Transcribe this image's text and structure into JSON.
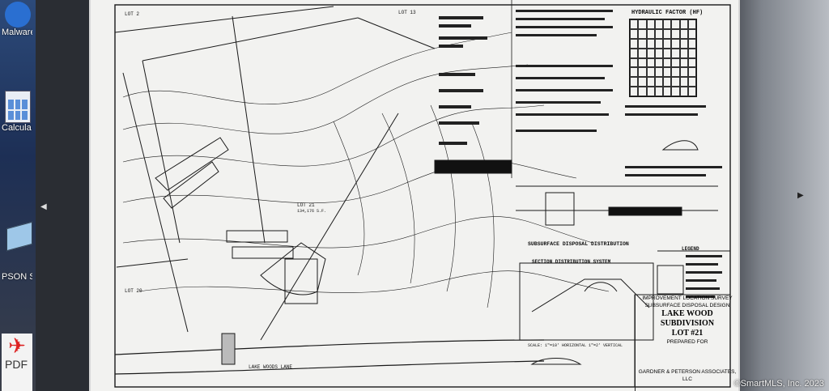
{
  "desktop": {
    "icons": [
      {
        "label": "Malware",
        "icon": "malwarebytes-icon"
      },
      {
        "label": "Calcula",
        "icon": "calculator-icon"
      },
      {
        "label": "PSON S",
        "icon": "scanner-icon"
      },
      {
        "label": "PDF",
        "icon": "pdf-icon"
      }
    ]
  },
  "viewer": {
    "prev_arrow": "◀",
    "next_arrow": "▶"
  },
  "plan": {
    "lot_labels": [
      "LOT 2",
      "LOT 13",
      "LOT 21",
      "LOT 20"
    ],
    "lot_area": "134,176 S.F.",
    "road_label": "LAKE WOODS LANE",
    "hydraulic_title": "HYDRAULIC FACTOR (HF)",
    "section_title": "SECTION DISTRIBUTION SYSTEM",
    "distribution_title": "SUBSURFACE DISPOSAL DISTRIBUTION",
    "legend_title": "LEGEND",
    "scale_note": "SCALE: 1\"=10' HORIZONTAL   1\"=2' VERTICAL",
    "title_block": {
      "line1": "IMPROVEMENT LOCATION SURVEY",
      "line2": "SUBSURFACE DISPOSAL DESIGN",
      "line3": "LAKE WOOD SUBDIVISION",
      "line4": "LOT #21",
      "line5": "PREPARED FOR",
      "line6": "GARDNER & PETERSON ASSOCIATES, LLC"
    }
  },
  "watermark": "©SmartMLS, Inc. 2023"
}
